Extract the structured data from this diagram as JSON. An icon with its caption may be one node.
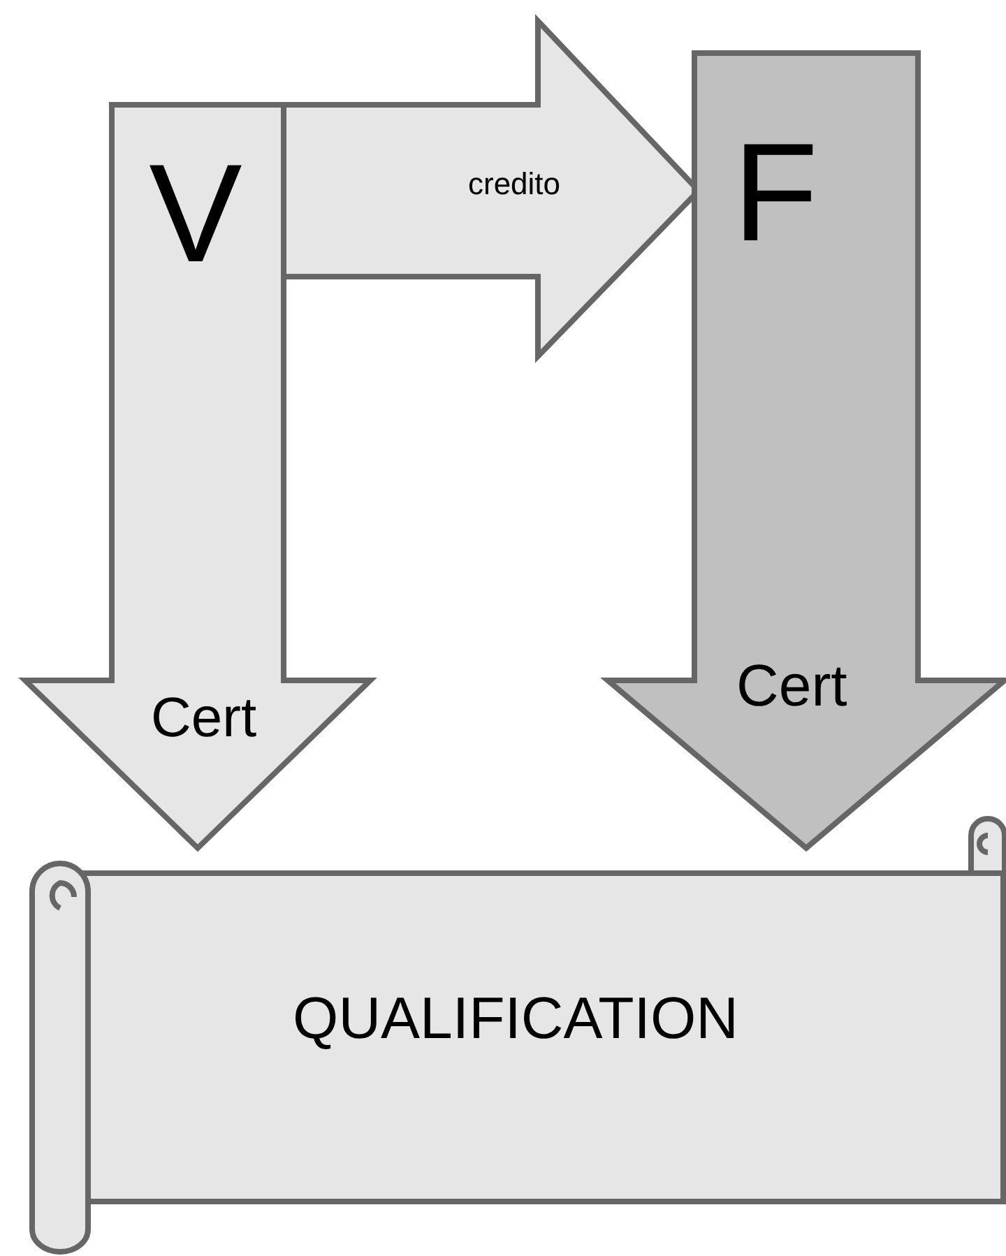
{
  "diagram": {
    "nodes": [
      {
        "text": [
          "V"
        ]
      },
      {
        "text": [
          "F"
        ]
      },
      {
        "text": [
          "QUALIFICATION"
        ]
      }
    ],
    "edges": [
      {
        "from": 0,
        "to": 1,
        "arrow": "to",
        "label": "credito"
      },
      {
        "from": 0,
        "to": 2,
        "arrow": "to",
        "label": "Cert"
      },
      {
        "from": 1,
        "to": 2,
        "arrow": "to",
        "label": "Cert",
        "color": "#c0c0c0"
      }
    ]
  }
}
